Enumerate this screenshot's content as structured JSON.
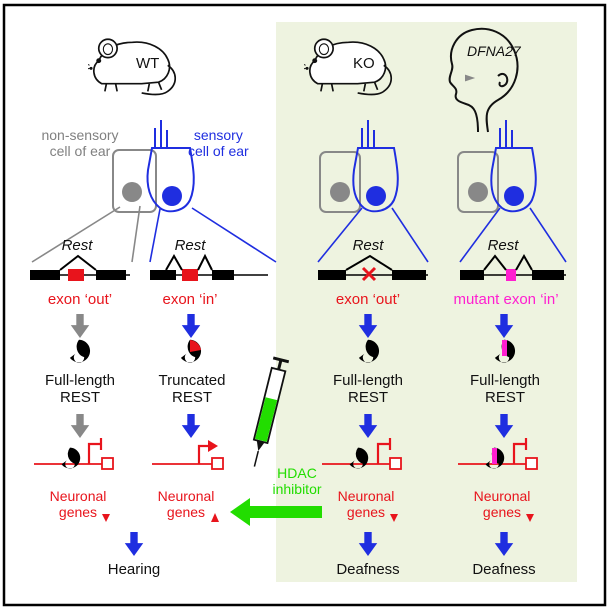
{
  "colors": {
    "red": "#e8141c",
    "blue": "#1f2ee0",
    "green": "#22dd00",
    "magenta": "#ff1fd0",
    "gray": "#808080",
    "panel_bg": "#eef3e0"
  },
  "organisms": {
    "wt": "WT",
    "ko": "KO",
    "human": "DFNA27"
  },
  "cells": {
    "non_sensory": "non-sensory\ncell of ear",
    "sensory": "sensory\ncell of ear"
  },
  "columns": [
    {
      "gene": "Rest",
      "exon_status": "exon ‘out’",
      "protein": "Full-length\nREST",
      "target": "Neuronal\ngenes",
      "outcome": "Hearing"
    },
    {
      "gene": "Rest",
      "exon_status": "exon ‘in’",
      "protein": "Truncated\nREST",
      "target": "Neuronal\ngenes"
    },
    {
      "gene": "Rest",
      "exon_status": "exon ‘out’",
      "protein": "Full-length\nREST",
      "target": "Neuronal\ngenes",
      "outcome": "Deafness"
    },
    {
      "gene": "Rest",
      "exon_status": "mutant exon ‘in’",
      "protein": "Full-length\nREST",
      "target": "Neuronal\ngenes",
      "outcome": "Deafness"
    }
  ],
  "drug": "HDAC\ninhibitor",
  "icons": [
    "mouse-wt",
    "mouse-ko",
    "human-head",
    "syringe",
    "arrow-down",
    "arrow-left"
  ]
}
